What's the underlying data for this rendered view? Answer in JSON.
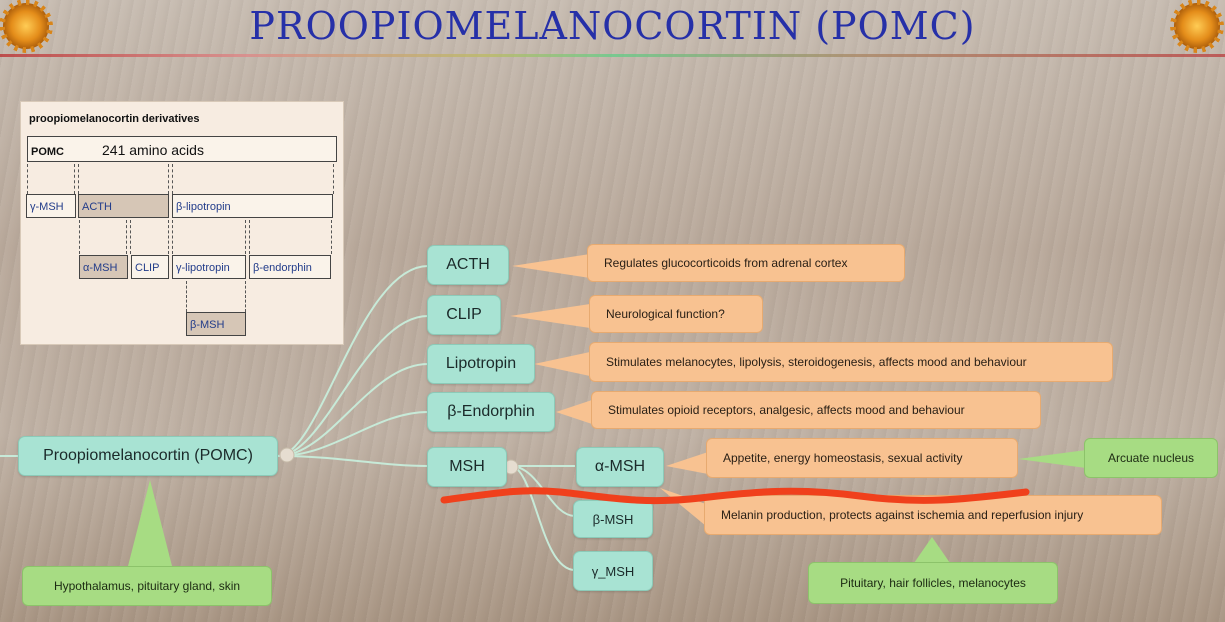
{
  "header": {
    "title": "PROOPIOMELANOCORTIN  (POMC)"
  },
  "inset": {
    "title": "proopiomelanocortin derivatives",
    "pomc_label": "POMC",
    "pomc_length": "241 amino acids",
    "gamma_msh": "γ-MSH",
    "acth": "ACTH",
    "beta_lipotropin": "β-lipotropin",
    "alpha_msh": "α-MSH",
    "clip": "CLIP",
    "gamma_lipotropin": "γ-lipotropin",
    "beta_endorphin": "β-endorphin",
    "beta_msh": "β-MSH"
  },
  "mindmap": {
    "root": "Proopiomelanocortin (POMC)",
    "root_location": "Hypothalamus, pituitary gland, skin",
    "branches": [
      {
        "label": "ACTH",
        "function": "Regulates glucocorticoids from adrenal cortex"
      },
      {
        "label": "CLIP",
        "function": "Neurological function?"
      },
      {
        "label": "Lipotropin",
        "function": "Stimulates melanocytes, lipolysis, steroidogenesis, affects mood and behaviour"
      },
      {
        "label": "β-Endorphin",
        "function": "Stimulates opioid receptors, analgesic, affects mood and behaviour"
      },
      {
        "label": "MSH"
      }
    ],
    "msh_children": [
      {
        "label": "α-MSH",
        "function": "Appetite, energy homeostasis, sexual activity",
        "location": "Arcuate nucleus"
      },
      {
        "label": "β-MSH",
        "function": "Melanin production, protects against ischemia and reperfusion injury",
        "location": "Pituitary, hair follicles, melanocytes"
      },
      {
        "label": "γ_MSH"
      }
    ]
  },
  "colors": {
    "title": "#2630a8",
    "node_fill": "#a8e3d3",
    "note_fill": "#f8c291",
    "location_fill": "#a7dc83",
    "strike_stroke": "#f0401c"
  }
}
